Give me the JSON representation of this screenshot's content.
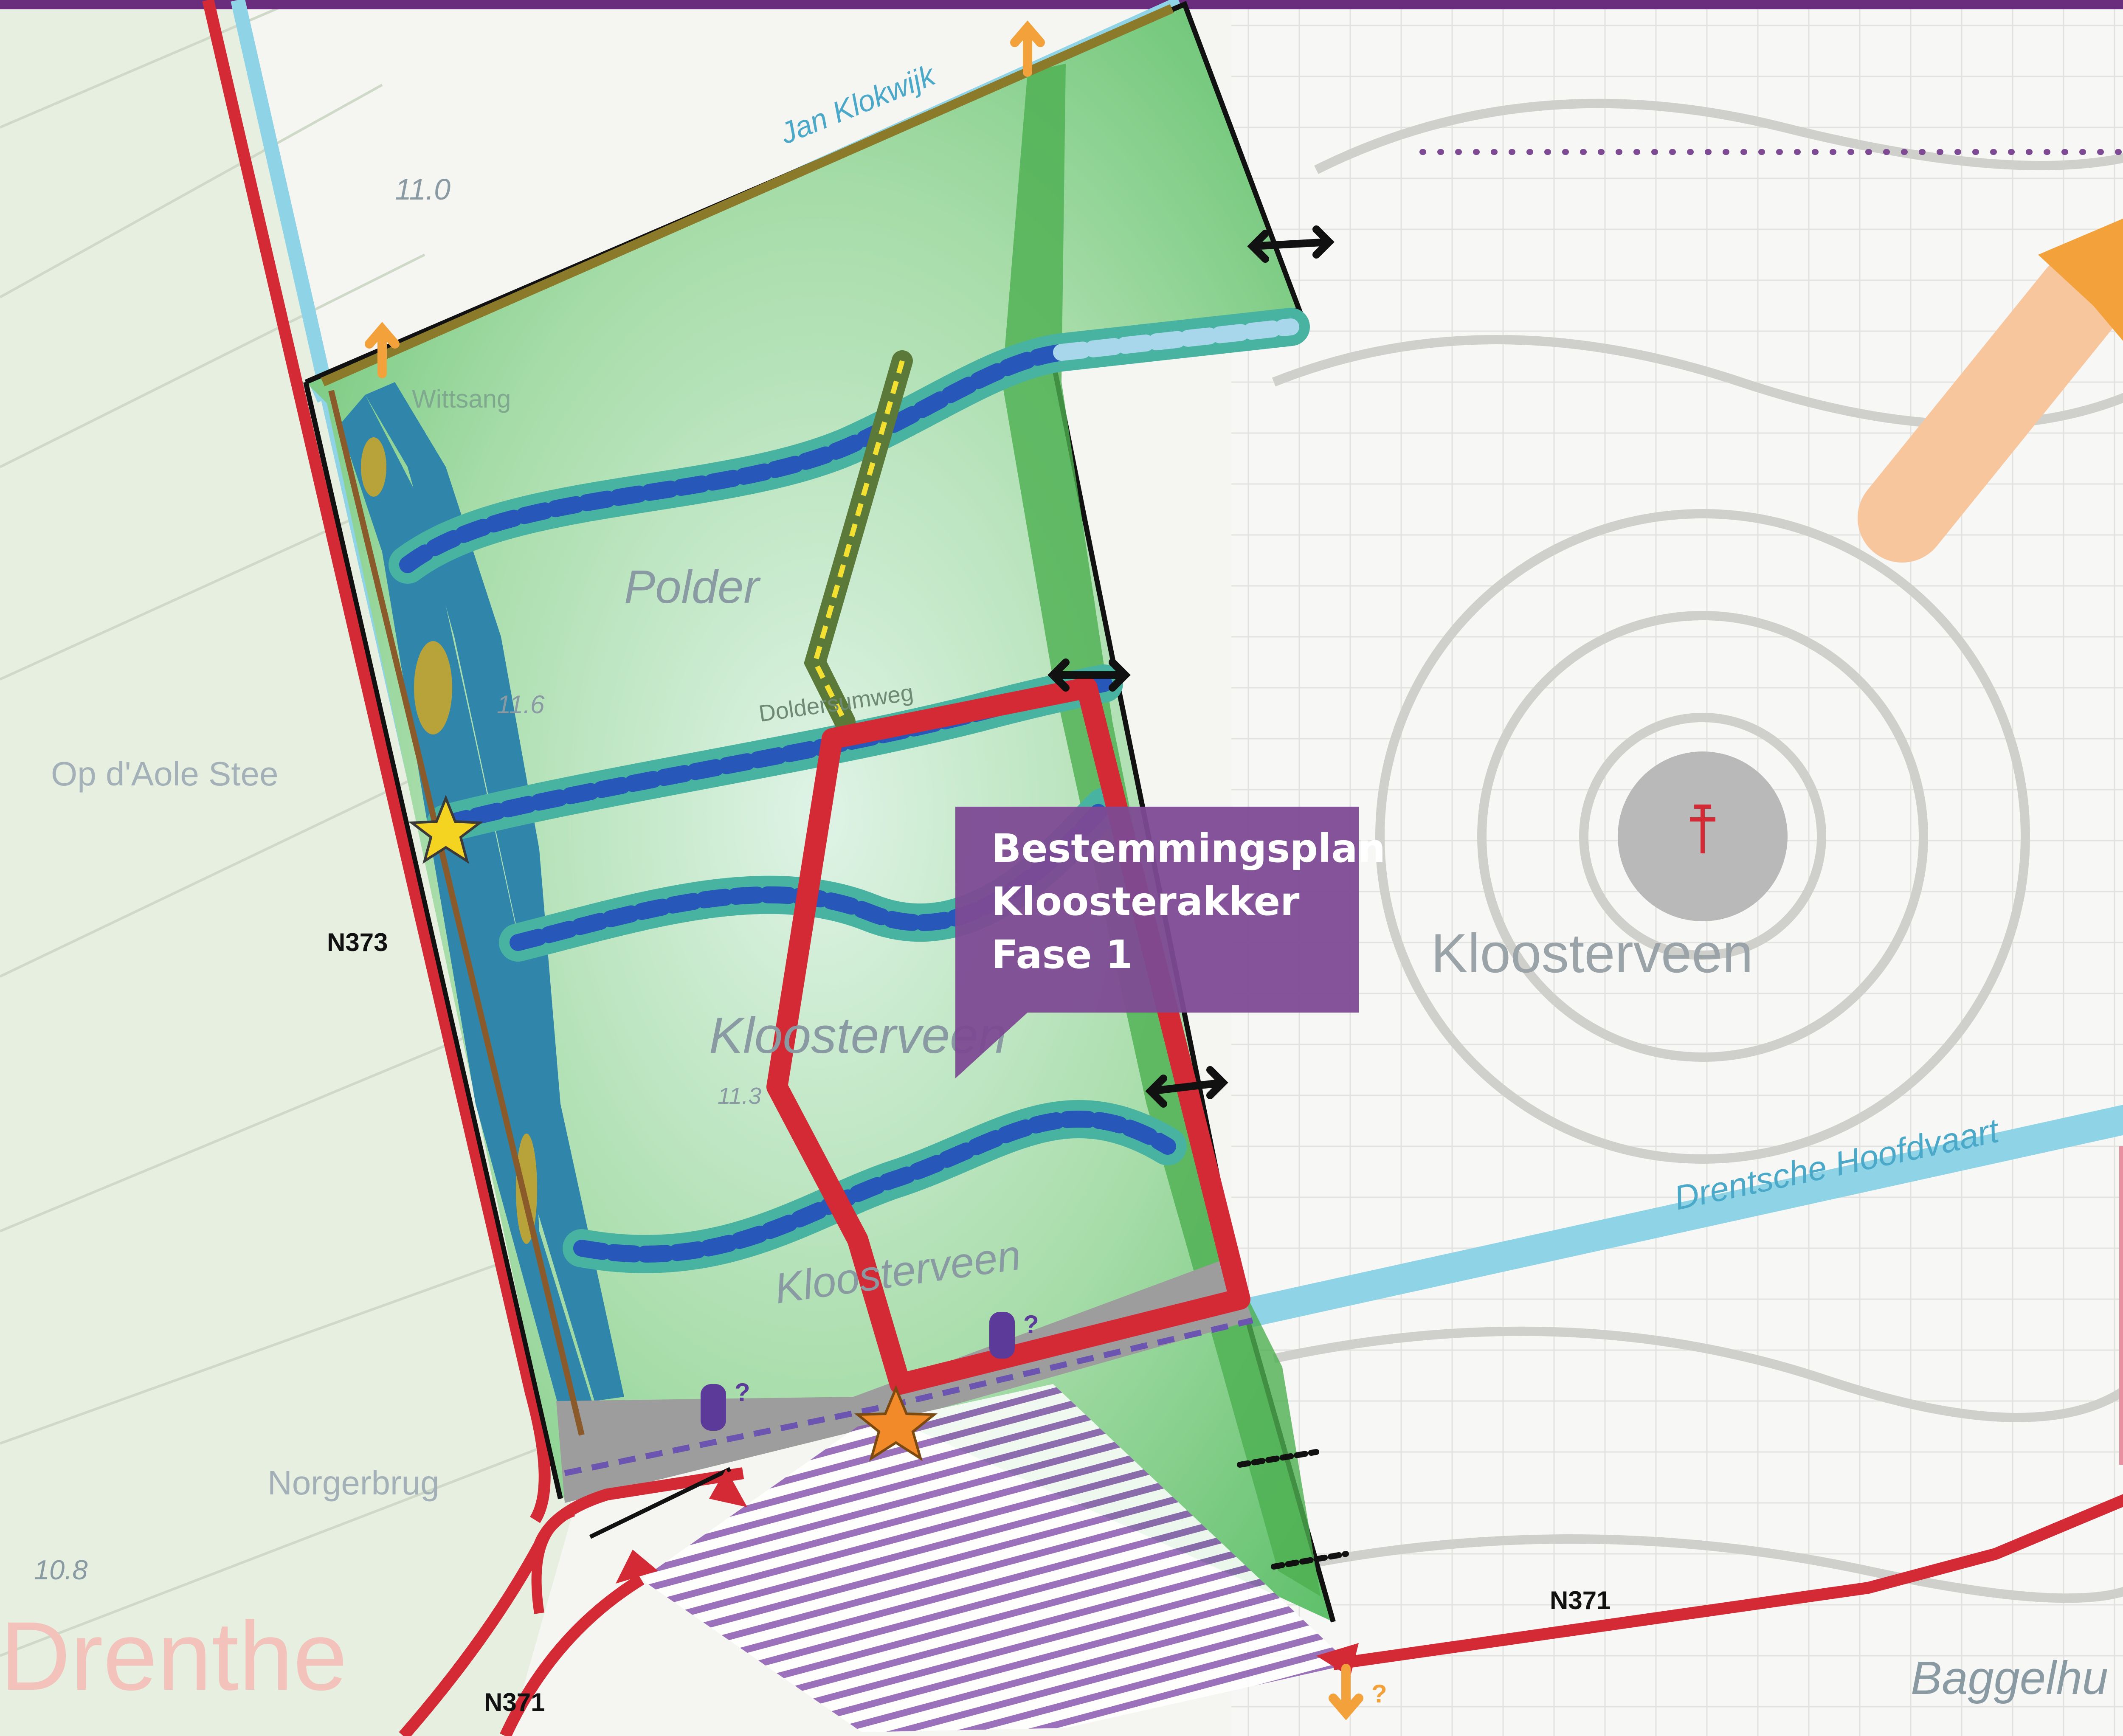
{
  "callout": {
    "line1": "Bestemmingsplan",
    "line2": "Kloosterakker",
    "line3": "Fase 1"
  },
  "roads": {
    "n373": "N373",
    "n371_east": "N371",
    "n371_south": "N371"
  },
  "places": {
    "kloosterveen_district": "Kloosterveen",
    "kloosterveen_plan": "Kloosterveen",
    "kloosterveen_bottom": "Kloosterveen",
    "polder": "Polder",
    "op_d_aole_stee": "Op d'Aole Stee",
    "norgerbrug": "Norgerbrug",
    "drenthe": "Drenthe",
    "baggelhuizen": "Baggelhu",
    "drentsche_hoofdvaart": "Drentsche Hoofdvaart",
    "jan_klokwijk": "Jan Klokwijk",
    "wittsang": "Wittsang",
    "doldersumweg": "Doldersumweg"
  },
  "elevations": {
    "e1": "11.0",
    "e2": "11.6",
    "e3": "10.8",
    "e4": "11.3"
  },
  "symbols": {
    "question_mark": "?"
  },
  "colors": {
    "boundary_red": "#d42a35",
    "plan_green": "#8ccf8a",
    "water_blue": "#2f86aa",
    "canal_cyan": "#8fd3e6",
    "callout_purple": "#7d4a93",
    "header_purple": "#6a2d7e",
    "arrow_orange": "#f3a23b",
    "star_yellow": "#f4d321",
    "star_orange": "#f28a2a",
    "hatch_purple": "#8a5ab0"
  },
  "icons": [
    "star-yellow-icon",
    "star-orange-icon",
    "double-arrow-icon",
    "boat-icon",
    "up-arrow-icon",
    "direction-arrow-icon"
  ]
}
